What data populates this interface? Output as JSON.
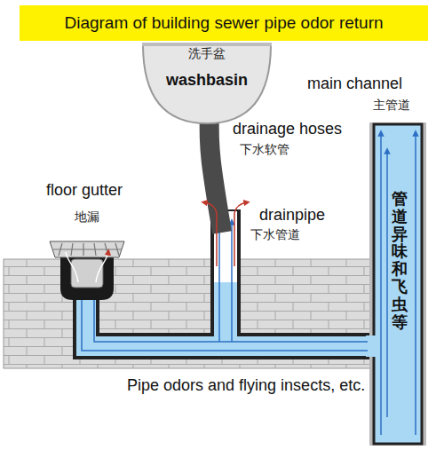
{
  "diagram": {
    "title": "Diagram of building sewer pipe odor return",
    "nodes": [
      {
        "text": [
          "洗手盆",
          "washbasin"
        ]
      },
      {
        "text": [
          "管道异味和飞虫等"
        ]
      }
    ],
    "labels": [
      "main channel",
      "主管道",
      "drainage hoses",
      "下水软管",
      "floor gutter",
      "地漏",
      "drainpipe",
      "下水管道",
      "Pipe odors and flying insects, etc."
    ]
  }
}
